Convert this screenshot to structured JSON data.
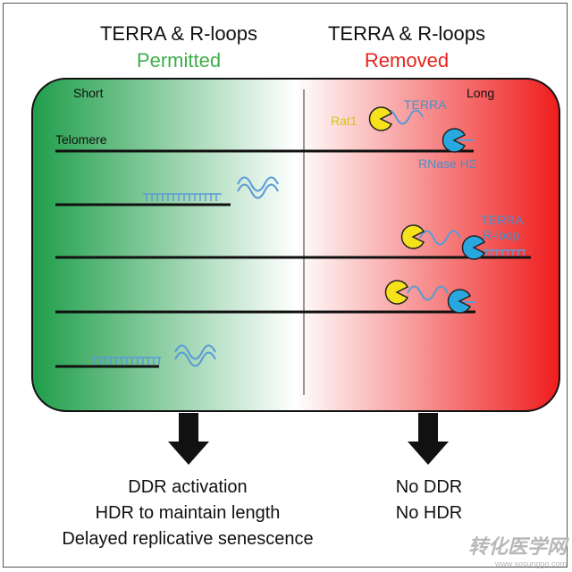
{
  "left_column": {
    "title": "TERRA & R-loops",
    "status": "Permitted",
    "status_color": "#3fae4a",
    "panel_label": "Short",
    "outcomes": [
      "DDR activation",
      "HDR to maintain length",
      "Delayed replicative senescence"
    ]
  },
  "right_column": {
    "title": "TERRA & R-loops",
    "status": "Removed",
    "status_color": "#e5231b",
    "panel_label": "Long",
    "outcomes": [
      "No DDR",
      "No HDR"
    ]
  },
  "labels": {
    "telomere": "Telomere",
    "rat1": "Rat1",
    "terra": "TERRA",
    "rnase_h2": "RNase H2",
    "terra_rloop_line1": "TERRA",
    "terra_rloop_line2": "R-loop"
  },
  "colors": {
    "gradient_left": "#1f9e4a",
    "gradient_mid": "#ffffff",
    "gradient_right": "#ef1c1c",
    "rat1": "#f5e21b",
    "rnase_h2": "#29a8e0",
    "terra_wave": "#5a9bd5",
    "label_rat1": "#d9c41a",
    "label_blue": "#4a8fc8"
  },
  "watermark": {
    "title": "转化医学网",
    "url": "www.sosunggo.com"
  }
}
